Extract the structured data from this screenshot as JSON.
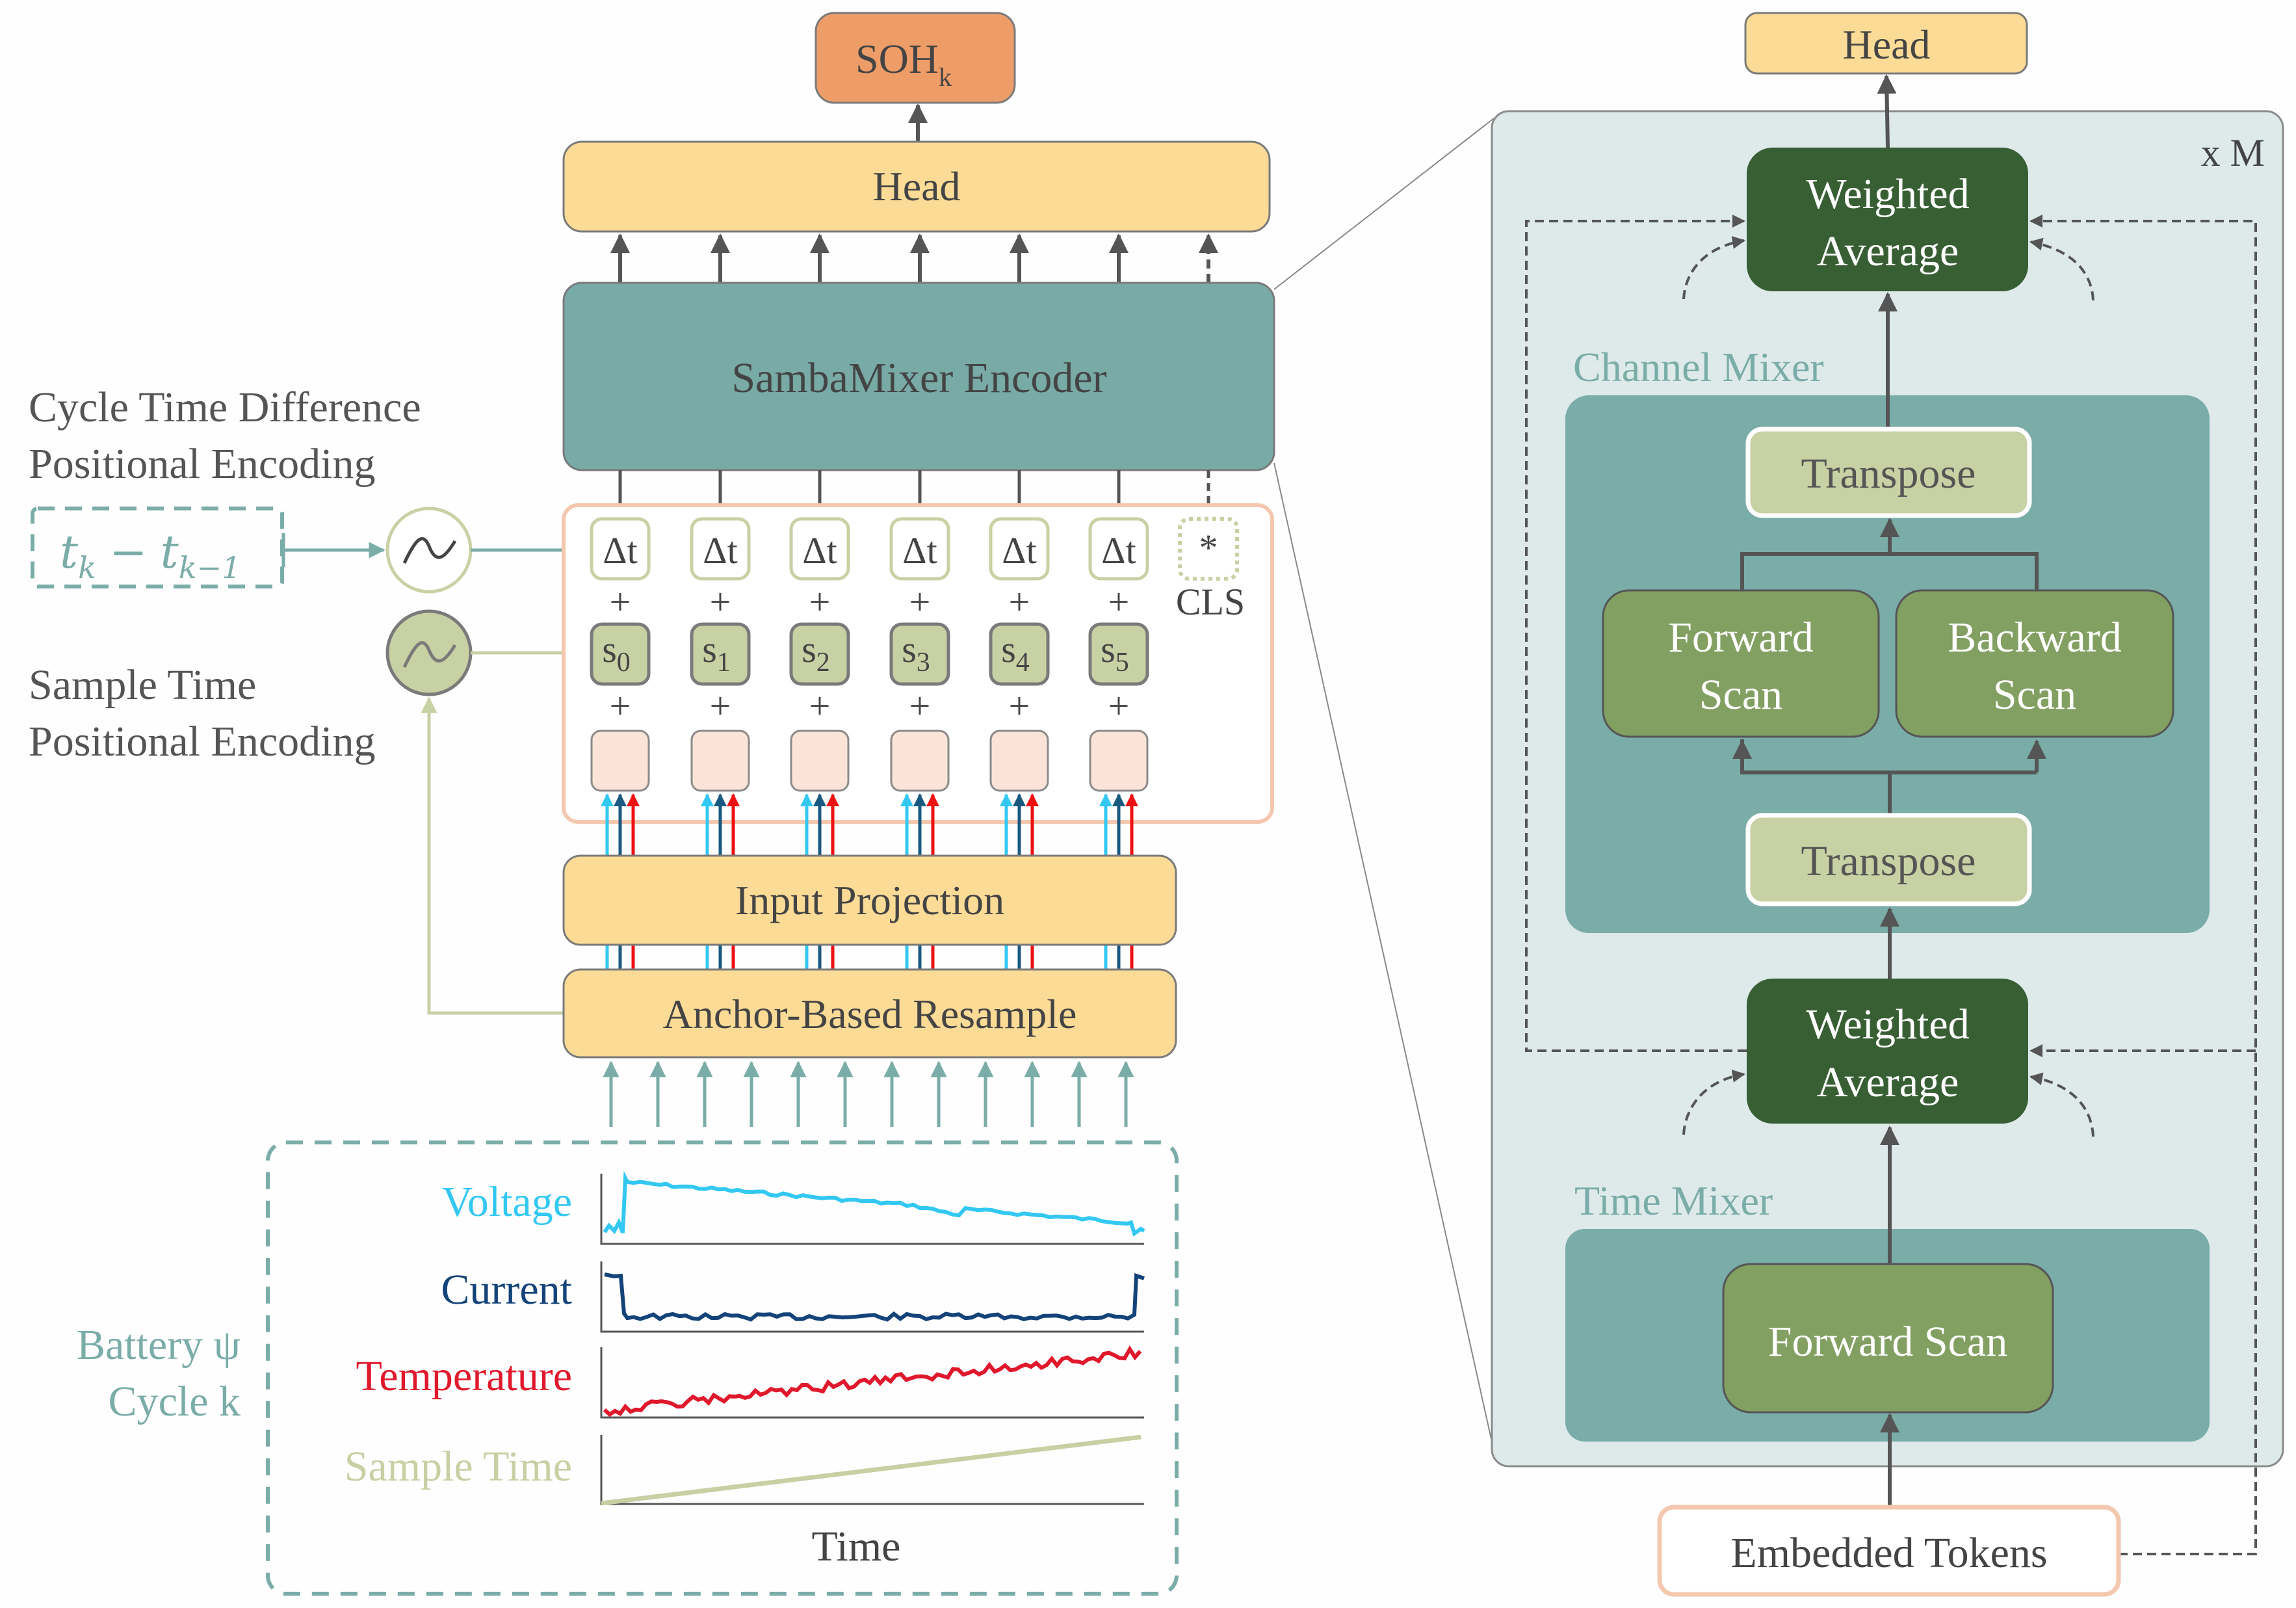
{
  "left": {
    "output": {
      "label": "SOH",
      "sub": "k"
    },
    "head": {
      "label": "Head"
    },
    "encoder": {
      "label": "SambaMixer Encoder"
    },
    "cycle_pe": {
      "title_line1": "Cycle Time Difference",
      "title_line2": "Positional Encoding",
      "formula": "tₖ − tₖ₋₁",
      "formula_main1": "t",
      "formula_sub1": "k",
      "formula_minus": "−",
      "formula_main2": "t",
      "formula_sub2": "k−1"
    },
    "sample_pe": {
      "title_line1": "Sample Time",
      "title_line2": "Positional Encoding"
    },
    "tokens": {
      "delta_label": "Δt",
      "plus": "+",
      "samples": [
        {
          "main": "s",
          "sub": "0"
        },
        {
          "main": "s",
          "sub": "1"
        },
        {
          "main": "s",
          "sub": "2"
        },
        {
          "main": "s",
          "sub": "3"
        },
        {
          "main": "s",
          "sub": "4"
        },
        {
          "main": "s",
          "sub": "5"
        }
      ],
      "cls_symbol": "*",
      "cls_label": "CLS"
    },
    "input_projection": {
      "label": "Input Projection"
    },
    "resample": {
      "label": "Anchor-Based Resample"
    },
    "battery": {
      "line1": "Battery ψ",
      "line2": "Cycle k",
      "signals": [
        {
          "name": "Voltage",
          "color": "#33c8f2"
        },
        {
          "name": "Current",
          "color": "#14437a"
        },
        {
          "name": "Temperature",
          "color": "#e0182c"
        },
        {
          "name": "Sample Time",
          "color": "#c8cfa3"
        }
      ],
      "xlabel": "Time"
    }
  },
  "right": {
    "head": {
      "label": "Head"
    },
    "repeat": "x M",
    "weighted_average_top": {
      "line1": "Weighted",
      "line2": "Average"
    },
    "channel_mixer": {
      "title": "Channel Mixer",
      "transpose_top": "Transpose",
      "forward": {
        "line1": "Forward",
        "line2": "Scan"
      },
      "backward": {
        "line1": "Backward",
        "line2": "Scan"
      },
      "transpose_bottom": "Transpose"
    },
    "weighted_average_bottom": {
      "line1": "Weighted",
      "line2": "Average"
    },
    "time_mixer": {
      "title": "Time Mixer",
      "forward": "Forward Scan"
    },
    "input": {
      "label": "Embedded Tokens"
    }
  },
  "colors": {
    "head": "#fbdb96",
    "soh": "#ee9d69",
    "encoder": "#78aaa6",
    "teal": "#7aaca8",
    "sage": "#c8d1a4",
    "token_peach": "#fbe4d7",
    "frame_peach": "#f4c7af",
    "dark_green": "#385f34",
    "mid_green": "#82a062",
    "panel_bg": "#deeaea",
    "arrow": "#555555",
    "voltage": "#33c8f2",
    "current": "#14437a",
    "temperature": "#e0182c"
  }
}
